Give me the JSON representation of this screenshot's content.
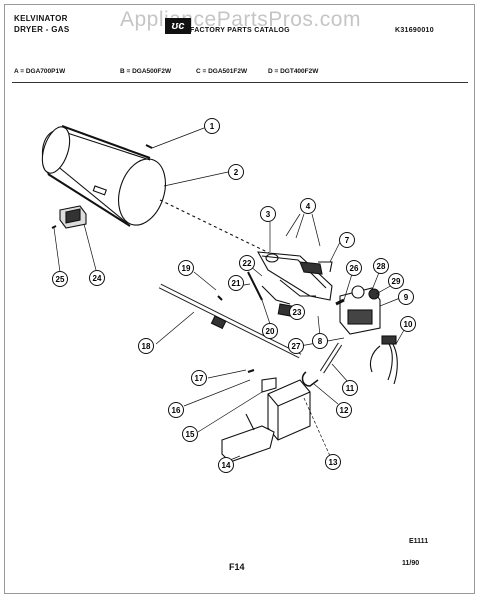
{
  "header": {
    "brand_line1": "KELVINATOR",
    "brand_line2": "DRYER - GAS",
    "watermark": "AppliancePartsPros.com",
    "title_mid": "FACTORY PARTS CATALOG",
    "doc_number": "K31690010"
  },
  "models": [
    "A = DGA700P1W",
    "B = DGA500F2W",
    "C = DGA501F2W",
    "D = DGT400F2W"
  ],
  "callouts": [
    {
      "num": "1"
    },
    {
      "num": "2"
    },
    {
      "num": "3"
    },
    {
      "num": "4"
    },
    {
      "num": "7"
    },
    {
      "num": "8"
    },
    {
      "num": "9"
    },
    {
      "num": "10"
    },
    {
      "num": "11"
    },
    {
      "num": "12"
    },
    {
      "num": "13"
    },
    {
      "num": "14"
    },
    {
      "num": "15"
    },
    {
      "num": "16"
    },
    {
      "num": "17"
    },
    {
      "num": "18"
    },
    {
      "num": "19"
    },
    {
      "num": "20"
    },
    {
      "num": "21"
    },
    {
      "num": "22"
    },
    {
      "num": "23"
    },
    {
      "num": "24"
    },
    {
      "num": "25"
    },
    {
      "num": "26"
    },
    {
      "num": "27"
    },
    {
      "num": "28"
    },
    {
      "num": "29"
    }
  ],
  "footer": {
    "diagram_code": "E1111",
    "page": "F14",
    "date": "11/90"
  }
}
